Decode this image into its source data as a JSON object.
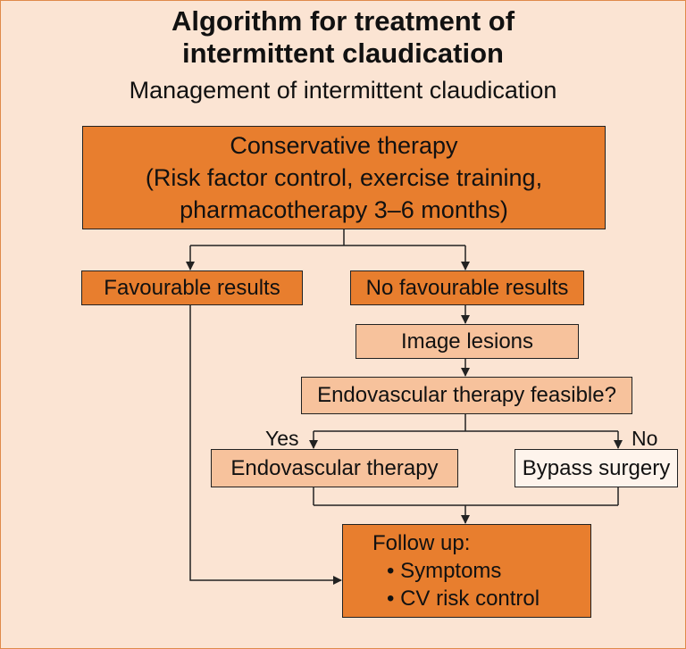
{
  "title_line1": "Algorithm for treatment of",
  "title_line2": "intermittent claudication",
  "subtitle": "Management of intermittent claudication",
  "nodes": {
    "conservative": {
      "line1": "Conservative therapy",
      "line2": "(Risk factor control, exercise training,",
      "line3": "pharmacotherapy 3–6 months)"
    },
    "favourable": "Favourable results",
    "no_favourable": "No favourable results",
    "image_lesions": "Image lesions",
    "endo_feasible": "Endovascular therapy feasible?",
    "endo_therapy": "Endovascular therapy",
    "bypass": "Bypass surgery",
    "follow_up": {
      "heading": "Follow up:",
      "items": [
        "• Symptoms",
        "• CV risk control"
      ]
    }
  },
  "edge_labels": {
    "yes": "Yes",
    "no": "No"
  },
  "colors": {
    "background": "#fbe4d3",
    "dark_box": "#e87e2e",
    "light_box": "#f7c29c",
    "white_box": "#fef4ec"
  }
}
